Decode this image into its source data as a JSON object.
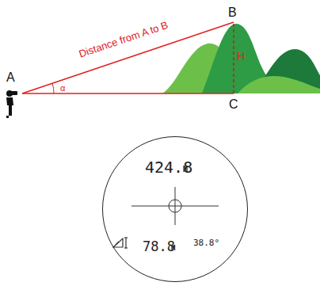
{
  "diagram": {
    "nodes": [
      {
        "text": [
          "424.8",
          "M",
          "78.8",
          "M",
          "38.8°"
        ]
      }
    ],
    "labels": [
      "A",
      "B",
      "C",
      "H",
      "α",
      "Distance from A to B"
    ]
  }
}
